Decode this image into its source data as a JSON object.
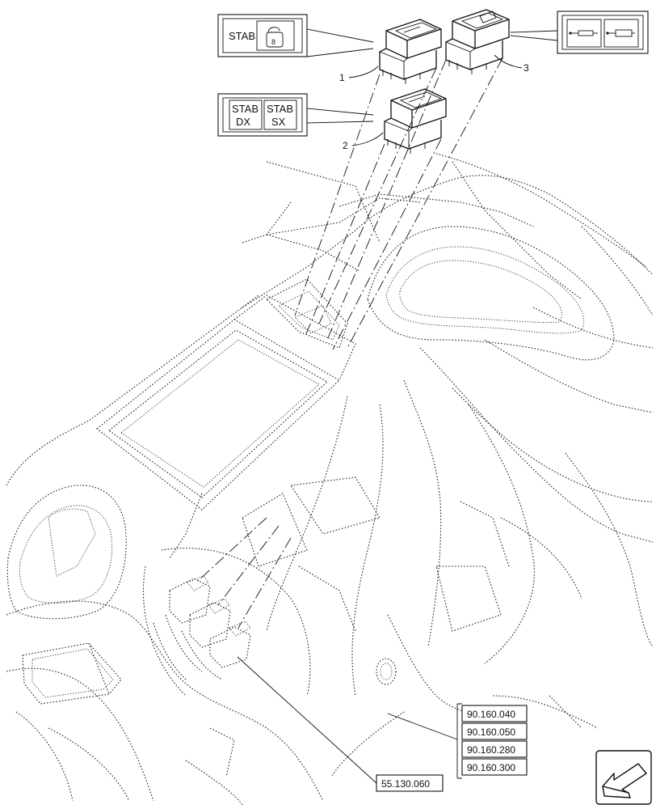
{
  "callouts": {
    "item1": "1",
    "item2": "2",
    "item3": "3"
  },
  "symbols": {
    "switch1": {
      "text": "STAB",
      "glyph": "8"
    },
    "switch2": {
      "left_top": "STAB",
      "left_bottom": "DX",
      "right_top": "STAB",
      "right_bottom": "SX"
    }
  },
  "references": {
    "connector": "55.130.060",
    "group": [
      "90.160.040",
      "90.160.050",
      "90.160.280",
      "90.160.300"
    ]
  },
  "icons": {
    "navigation": "back-arrow-icon"
  }
}
